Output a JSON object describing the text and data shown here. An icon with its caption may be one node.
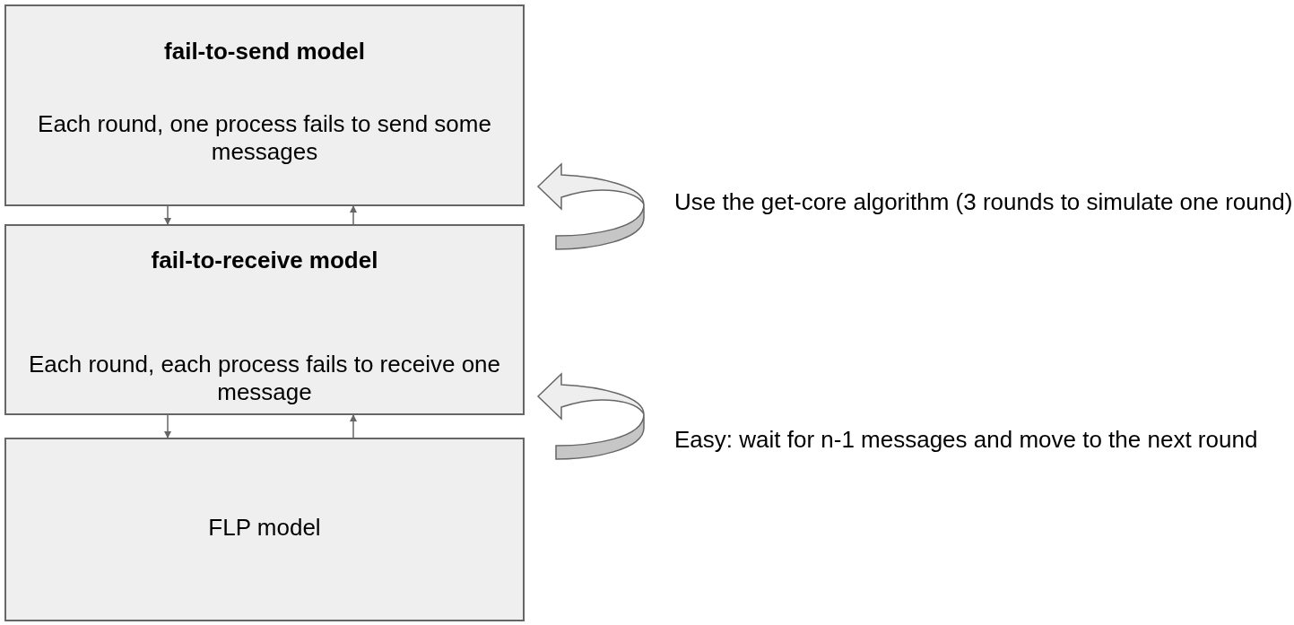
{
  "diagram": {
    "nodes": [
      {
        "text": [
          "fail-to-send model",
          "Each round, one process fails to send some messages"
        ]
      },
      {
        "text": [
          "fail-to-receive model",
          "Each round, each process fails to receive one message"
        ]
      },
      {
        "text": [
          "FLP model"
        ]
      }
    ],
    "edges": [
      {
        "from": 0,
        "to": 1,
        "arrow": "to"
      },
      {
        "from": 1,
        "to": 0,
        "arrow": "to"
      },
      {
        "from": 1,
        "to": 2,
        "arrow": "to"
      },
      {
        "from": 2,
        "to": 1,
        "arrow": "to"
      }
    ],
    "labels": [
      "Use the get-core algorithm (3 rounds to simulate one round)",
      "Easy: wait for n-1 messages and move to the next round"
    ]
  }
}
